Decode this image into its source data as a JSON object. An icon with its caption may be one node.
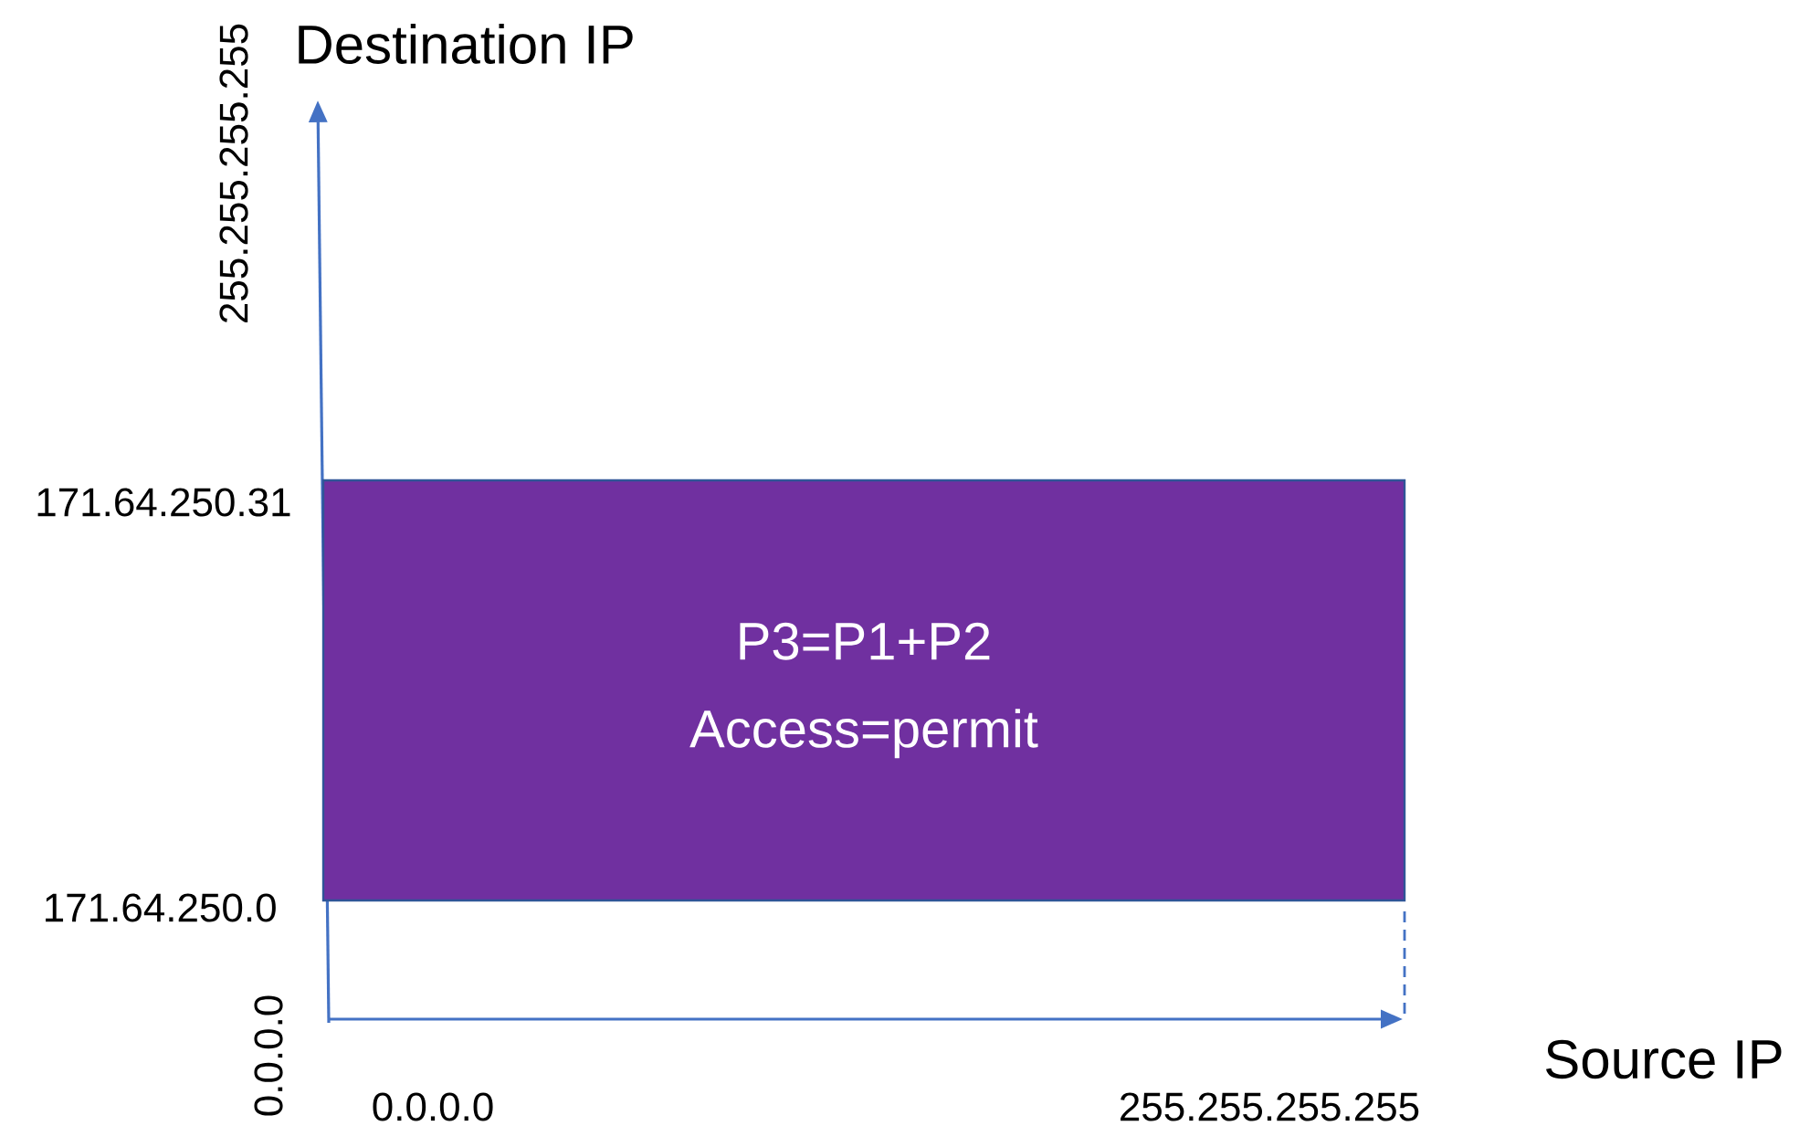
{
  "diagram": {
    "nodes": [
      {
        "text": [
          "P3=P1+P2",
          "Access=permit"
        ]
      }
    ],
    "labels": [
      "Destination IP",
      "255.255.255.255",
      "171.64.250.31",
      "171.64.250.0",
      "0.0.0.0",
      "0.0.0.0",
      "255.255.255.255",
      "Source IP"
    ]
  }
}
